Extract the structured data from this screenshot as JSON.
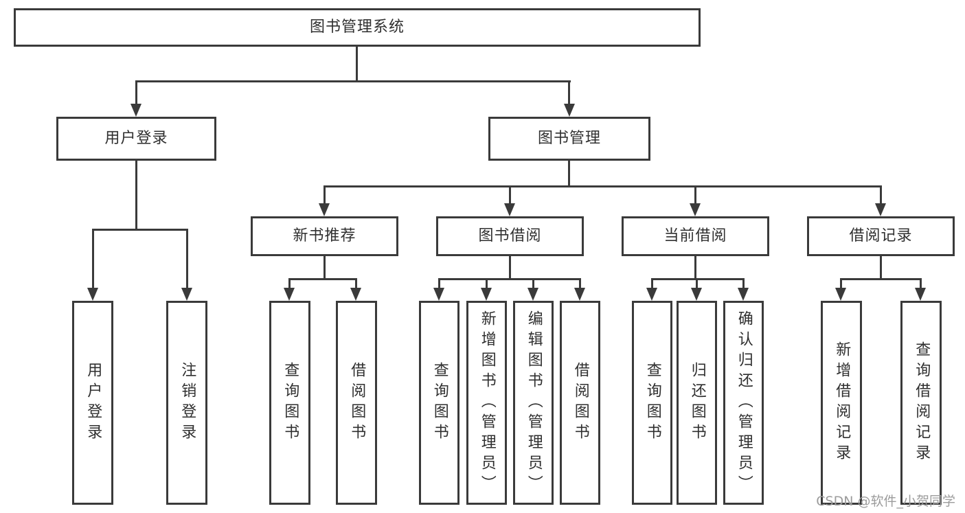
{
  "colors": {
    "line": "#3a3a3a",
    "text": "#2f2f2f",
    "background": "#ffffff",
    "watermark": "#9c9c9c"
  },
  "watermark": {
    "text": "CSDN @软件_小贺同学"
  },
  "tree": {
    "root": {
      "label": "图书管理系统"
    },
    "branches": [
      {
        "label": "用户登录",
        "children": [
          {
            "label": "用户登录"
          },
          {
            "label": "注销登录"
          }
        ]
      },
      {
        "label": "图书管理",
        "children": [
          {
            "label": "新书推荐",
            "children": [
              {
                "label": "查询图书"
              },
              {
                "label": "借阅图书"
              }
            ]
          },
          {
            "label": "图书借阅",
            "children": [
              {
                "label": "查询图书"
              },
              {
                "label": "新增图书（管理员）"
              },
              {
                "label": "编辑图书（管理员）"
              },
              {
                "label": "借阅图书"
              }
            ]
          },
          {
            "label": "当前借阅",
            "children": [
              {
                "label": "查询图书"
              },
              {
                "label": "归还图书"
              },
              {
                "label": "确认归还（管理员）"
              }
            ]
          },
          {
            "label": "借阅记录",
            "children": [
              {
                "label": "新增借阅记录"
              },
              {
                "label": "查询借阅记录"
              }
            ]
          }
        ]
      }
    ]
  }
}
